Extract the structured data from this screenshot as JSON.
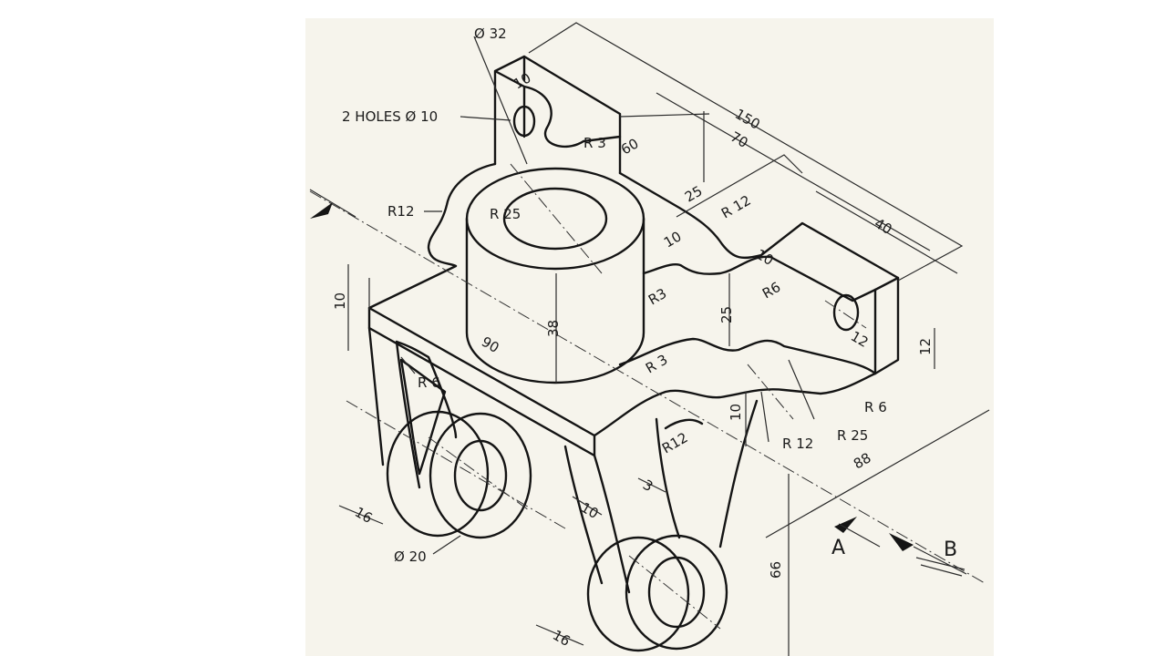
{
  "labels": {
    "dia32": "Ø 32",
    "holes": "2 HOLES Ø 10",
    "d150": "150",
    "d70": "70",
    "d60": "60",
    "d10a": "10",
    "r3a": "R 3",
    "r12a": "R12",
    "r25": "R 25",
    "d25a": "25",
    "r12b": "R 12",
    "d40": "40",
    "d10b": "10",
    "d10c": "10",
    "r3b": "R3",
    "r6a": "R6",
    "d25b": "25",
    "d38": "38",
    "d10d": "10",
    "d90": "90",
    "r3c": "R 3",
    "d12a": "12",
    "d12b": "12",
    "r6b": "R 6",
    "r6c": "R 6",
    "r25b": "R 25",
    "r12c": "R 12",
    "r12d": "R12",
    "d10e": "10",
    "d88": "88",
    "d3": "3",
    "d10f": "10",
    "d16a": "16",
    "dia20": "Ø 20",
    "d66": "66",
    "d16b": "16",
    "viewA": "A",
    "viewB": "B"
  }
}
